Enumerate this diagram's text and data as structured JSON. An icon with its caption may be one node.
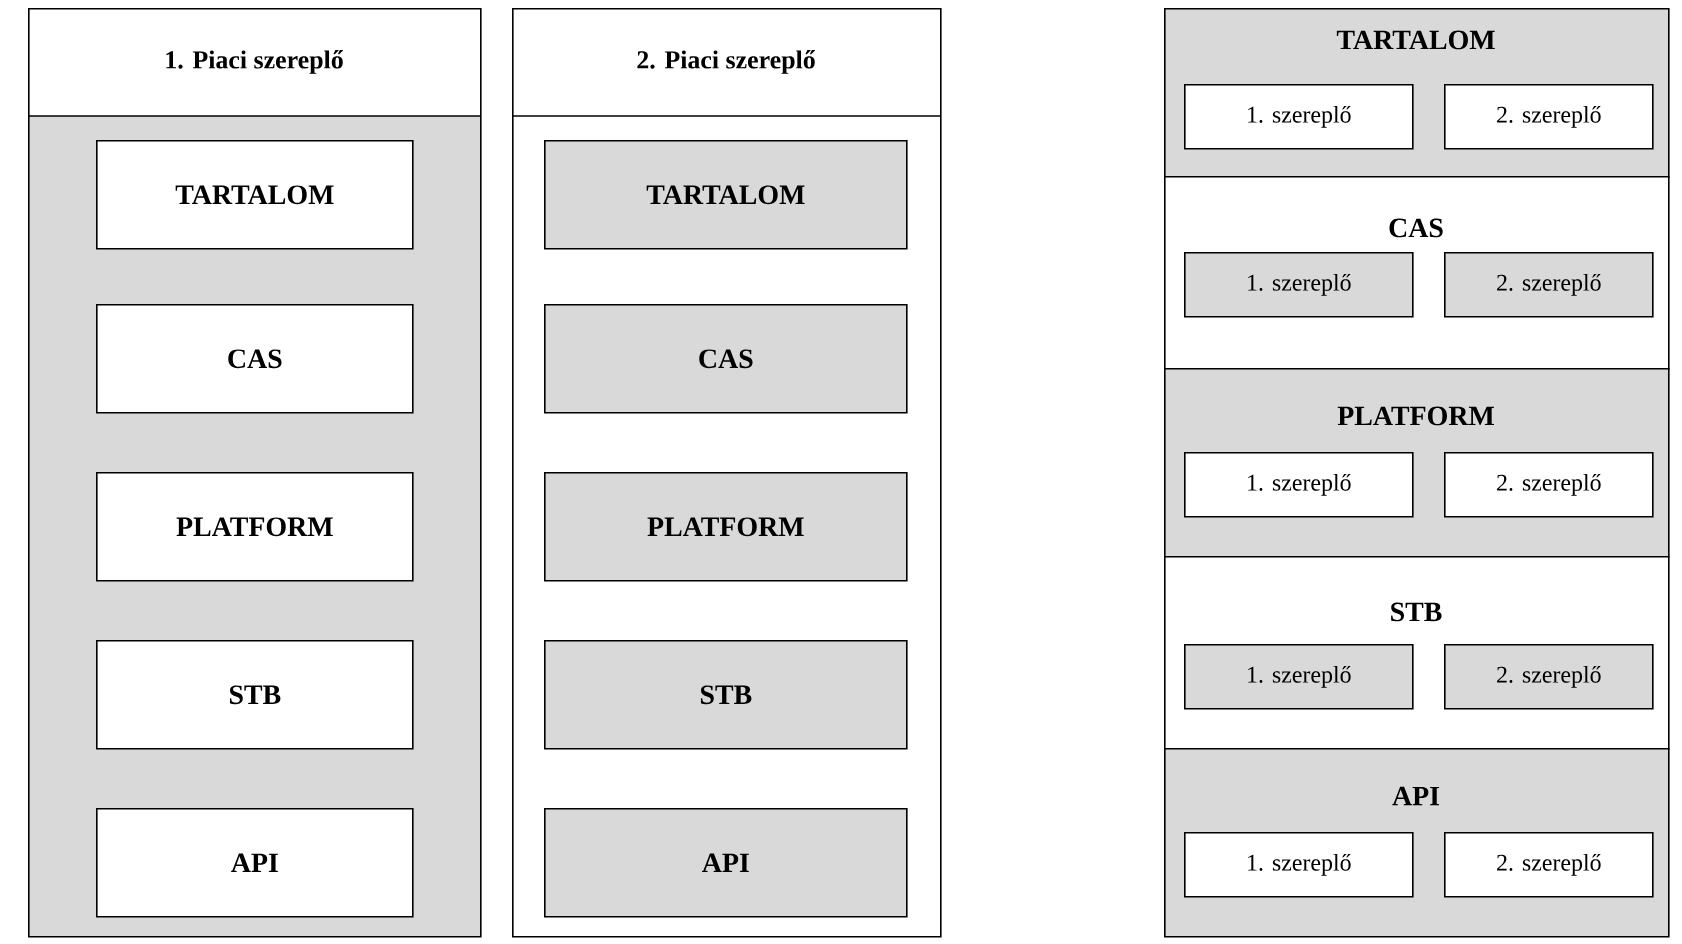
{
  "diagram": {
    "nodes": [
      {
        "text": [
          "1. Piaci szereplő"
        ]
      },
      {
        "text": [
          "TARTALOM"
        ],
        "in": 0
      },
      {
        "text": [
          "CAS"
        ],
        "in": 0
      },
      {
        "text": [
          "PLATFORM"
        ],
        "in": 0
      },
      {
        "text": [
          "STB"
        ],
        "in": 0
      },
      {
        "text": [
          "API"
        ],
        "in": 0
      },
      {
        "text": [
          "2. Piaci szereplő"
        ]
      },
      {
        "text": [
          "TARTALOM"
        ],
        "in": 6
      },
      {
        "text": [
          "CAS"
        ],
        "in": 6
      },
      {
        "text": [
          "PLATFORM"
        ],
        "in": 6
      },
      {
        "text": [
          "STB"
        ],
        "in": 6
      },
      {
        "text": [
          "API"
        ],
        "in": 6
      },
      {
        "text": [
          "TARTALOM"
        ]
      },
      {
        "text": [
          "1. szereplő"
        ],
        "in": 12
      },
      {
        "text": [
          "2. szereplő"
        ],
        "in": 12
      },
      {
        "text": [
          "CAS"
        ]
      },
      {
        "text": [
          "1. szereplő"
        ],
        "in": 15
      },
      {
        "text": [
          "2. szereplő"
        ],
        "in": 15
      },
      {
        "text": [
          "PLATFORM"
        ]
      },
      {
        "text": [
          "1. szereplő"
        ],
        "in": 18
      },
      {
        "text": [
          "2. szereplő"
        ],
        "in": 18
      },
      {
        "text": [
          "STB"
        ]
      },
      {
        "text": [
          "1. szereplő"
        ],
        "in": 21
      },
      {
        "text": [
          "2. szereplő"
        ],
        "in": 21
      },
      {
        "text": [
          "API"
        ]
      },
      {
        "text": [
          "1. szereplő"
        ],
        "in": 24
      },
      {
        "text": [
          "2. szereplő"
        ],
        "in": 24
      }
    ]
  }
}
